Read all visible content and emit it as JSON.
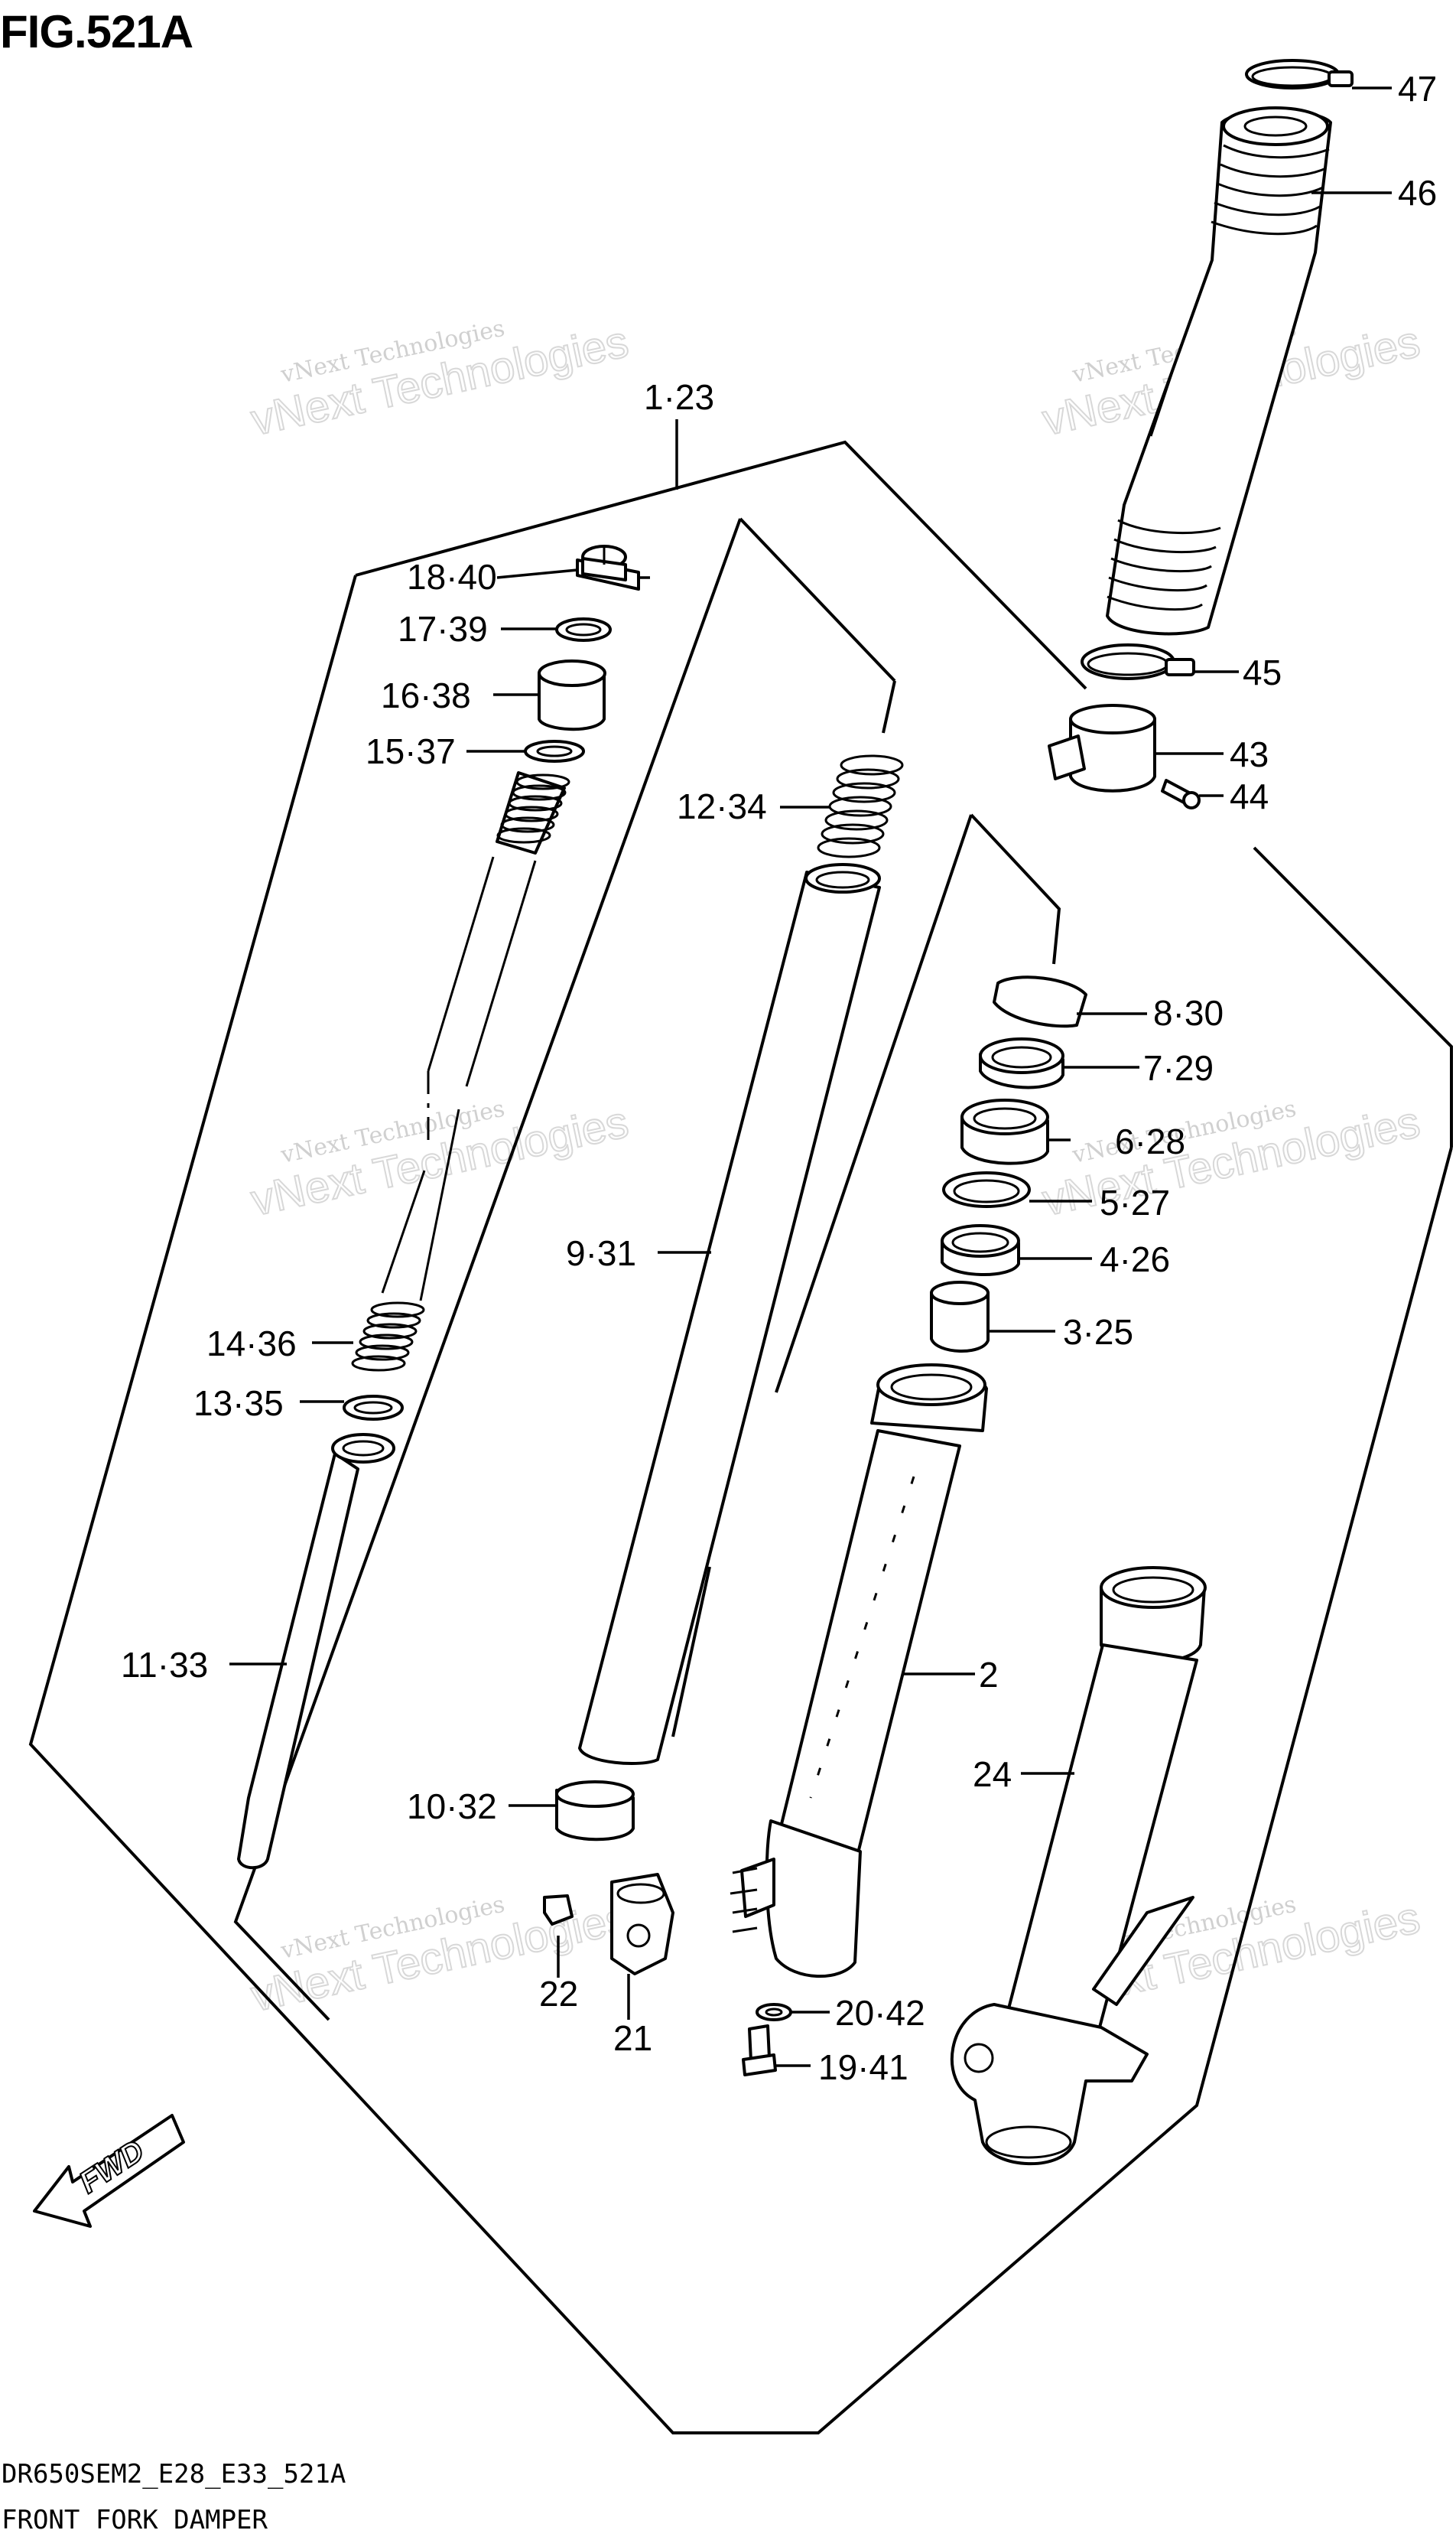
{
  "figure": {
    "title": "FIG.521A",
    "code": "DR650SEM2_E28_E33_521A",
    "name": "FRONT FORK DAMPER"
  },
  "watermark": {
    "line1": "vNext Technologies",
    "line2": "vNext Technologies"
  },
  "fwd_label": "FWD",
  "callouts": [
    {
      "id": "47",
      "label": "47"
    },
    {
      "id": "46",
      "label": "46"
    },
    {
      "id": "1-23",
      "label": "1·23"
    },
    {
      "id": "18-40",
      "label": "18·40"
    },
    {
      "id": "17-39",
      "label": "17·39"
    },
    {
      "id": "16-38",
      "label": "16·38"
    },
    {
      "id": "15-37",
      "label": "15·37"
    },
    {
      "id": "12-34",
      "label": "12·34"
    },
    {
      "id": "45",
      "label": "45"
    },
    {
      "id": "43",
      "label": "43"
    },
    {
      "id": "44",
      "label": "44"
    },
    {
      "id": "8-30",
      "label": "8·30"
    },
    {
      "id": "7-29",
      "label": "7·29"
    },
    {
      "id": "6-28",
      "label": "6·28"
    },
    {
      "id": "5-27",
      "label": "5·27"
    },
    {
      "id": "4-26",
      "label": "4·26"
    },
    {
      "id": "3-25",
      "label": "3·25"
    },
    {
      "id": "9-31",
      "label": "9·31"
    },
    {
      "id": "14-36",
      "label": "14·36"
    },
    {
      "id": "13-35",
      "label": "13·35"
    },
    {
      "id": "11-33",
      "label": "11·33"
    },
    {
      "id": "2",
      "label": "2"
    },
    {
      "id": "24",
      "label": "24"
    },
    {
      "id": "10-32",
      "label": "10·32"
    },
    {
      "id": "22",
      "label": "22"
    },
    {
      "id": "21",
      "label": "21"
    },
    {
      "id": "20-42",
      "label": "20·42"
    },
    {
      "id": "19-41",
      "label": "19·41"
    }
  ]
}
